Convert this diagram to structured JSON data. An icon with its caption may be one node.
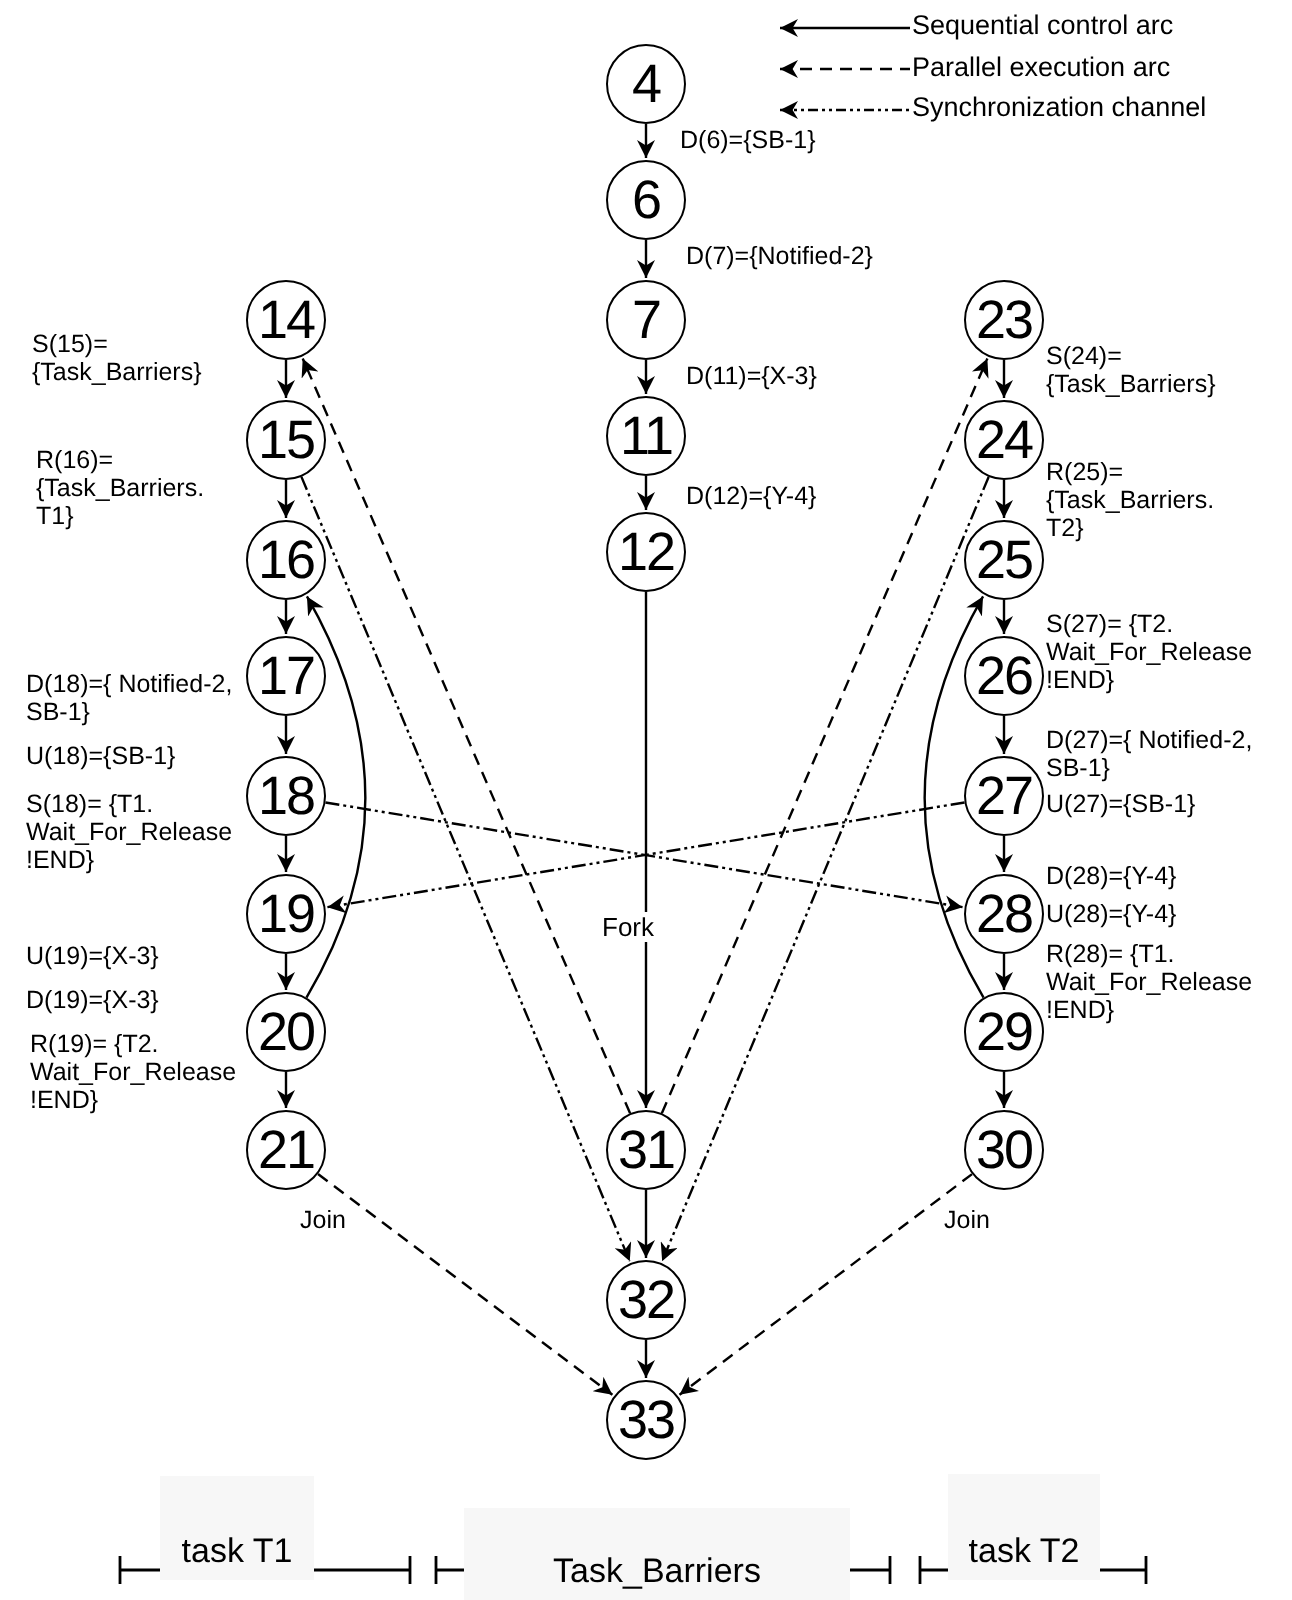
{
  "diagram": {
    "nodes": [
      {
        "text": [
          "4"
        ]
      },
      {
        "text": [
          "6"
        ]
      },
      {
        "text": [
          "7"
        ]
      },
      {
        "text": [
          "11"
        ]
      },
      {
        "text": [
          "12"
        ]
      },
      {
        "text": [
          "14"
        ]
      },
      {
        "text": [
          "15"
        ]
      },
      {
        "text": [
          "16"
        ]
      },
      {
        "text": [
          "17"
        ]
      },
      {
        "text": [
          "18"
        ]
      },
      {
        "text": [
          "19"
        ]
      },
      {
        "text": [
          "20"
        ]
      },
      {
        "text": [
          "21"
        ]
      },
      {
        "text": [
          "23"
        ]
      },
      {
        "text": [
          "24"
        ]
      },
      {
        "text": [
          "25"
        ]
      },
      {
        "text": [
          "26"
        ]
      },
      {
        "text": [
          "27"
        ]
      },
      {
        "text": [
          "28"
        ]
      },
      {
        "text": [
          "29"
        ]
      },
      {
        "text": [
          "30"
        ]
      },
      {
        "text": [
          "31"
        ]
      },
      {
        "text": [
          "32"
        ]
      },
      {
        "text": [
          "33"
        ]
      }
    ],
    "edges": [
      {
        "from": 0,
        "to": 1,
        "arrow": "to"
      },
      {
        "from": 1,
        "to": 2,
        "arrow": "to"
      },
      {
        "from": 2,
        "to": 3,
        "arrow": "to"
      },
      {
        "from": 3,
        "to": 4,
        "arrow": "to"
      },
      {
        "from": 4,
        "to": 21,
        "arrow": "to",
        "label": "Fork"
      },
      {
        "from": 21,
        "to": 22,
        "arrow": "to"
      },
      {
        "from": 22,
        "to": 23,
        "arrow": "to"
      },
      {
        "from": 5,
        "to": 6,
        "arrow": "to"
      },
      {
        "from": 6,
        "to": 7,
        "arrow": "to"
      },
      {
        "from": 7,
        "to": 8,
        "arrow": "to"
      },
      {
        "from": 8,
        "to": 9,
        "arrow": "to"
      },
      {
        "from": 9,
        "to": 10,
        "arrow": "to"
      },
      {
        "from": 10,
        "to": 11,
        "arrow": "to"
      },
      {
        "from": 11,
        "to": 12,
        "arrow": "to"
      },
      {
        "from": 13,
        "to": 14,
        "arrow": "to"
      },
      {
        "from": 14,
        "to": 15,
        "arrow": "to"
      },
      {
        "from": 15,
        "to": 16,
        "arrow": "to"
      },
      {
        "from": 16,
        "to": 17,
        "arrow": "to"
      },
      {
        "from": 17,
        "to": 18,
        "arrow": "to"
      },
      {
        "from": 18,
        "to": 19,
        "arrow": "to"
      },
      {
        "from": 19,
        "to": 20,
        "arrow": "to"
      },
      {
        "from": 11,
        "to": 7,
        "arrow": "to"
      },
      {
        "from": 19,
        "to": 15,
        "arrow": "to"
      },
      {
        "from": 21,
        "to": 5,
        "arrow": "to",
        "style": "dashed"
      },
      {
        "from": 21,
        "to": 13,
        "arrow": "to",
        "style": "dashed"
      },
      {
        "from": 12,
        "to": 23,
        "arrow": "to",
        "style": "dashed"
      },
      {
        "from": 20,
        "to": 23,
        "arrow": "to",
        "style": "dashed"
      },
      {
        "from": 6,
        "to": 22,
        "arrow": "to",
        "style": "dashed"
      },
      {
        "from": 14,
        "to": 22,
        "arrow": "to",
        "style": "dashed"
      },
      {
        "from": 9,
        "to": 18,
        "arrow": "to",
        "style": "dashed"
      },
      {
        "from": 17,
        "to": 10,
        "arrow": "to",
        "style": "dashed"
      }
    ],
    "labels": [
      "D(6)={SB-1}",
      "D(7)={Notified-2}",
      "S(15)= {Task_Barriers}",
      "S(24)= {Task_Barriers}",
      "D(11)={X-3}",
      "R(16)= {Task_Barriers. T1}",
      "R(25)= {Task_Barriers. T2}",
      "D(12)={Y-4}",
      "S(27)= {T2. Wait_For_Release !END}",
      "D(18)={ Notified-2, SB-1}",
      "D(27)={ Notified-2, SB-1}",
      "U(18)={SB-1}",
      "U(27)={SB-1}",
      "S(18)= {T1. Wait_For_Release !END}",
      "D(28)={Y-4}",
      "U(28)={Y-4}",
      "U(19)={X-3}",
      "R(28)= {T1. Wait_For_Release !END}",
      "D(19)={X-3}",
      "R(19)= {T2. Wait_For_Release !END}",
      "Join",
      "Join",
      "task T1",
      "Task_Barriers",
      "task T2"
    ],
    "legend": [
      {
        "text": "Sequential control arc"
      },
      {
        "text": "Parallel execution arc"
      },
      {
        "text": "Synchronization channel"
      }
    ]
  }
}
